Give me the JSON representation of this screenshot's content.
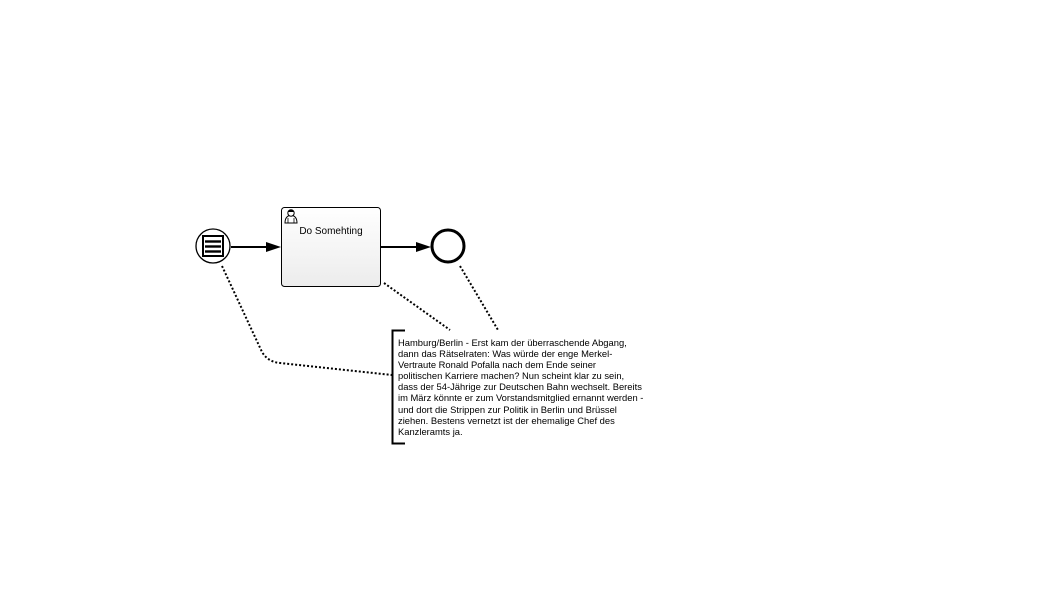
{
  "diagram": {
    "start_event": {
      "kind": "message-start-event",
      "icon": "message-list-icon"
    },
    "task": {
      "label": "Do Somehting",
      "icon": "user-task-icon"
    },
    "end_event": {
      "kind": "end-event"
    },
    "annotation": {
      "text": "Hamburg/Berlin - Erst kam der überraschende Abgang,\ndann das Rätselraten: Was würde der enge Merkel-\nVertraute Ronald Pofalla nach dem Ende seiner\npolitischen Karriere machen? Nun scheint klar zu sein,\ndass der 54-Jährige zur Deutschen Bahn wechselt. Bereits\nim März könnte er zum Vorstandsmitglied ernannt werden -\nund dort die Strippen zur Politik in Berlin und Brüssel\nziehen. Bestens vernetzt ist der ehemalige Chef des\nKanzleramts ja."
    },
    "colors": {
      "stroke": "#000000",
      "task_fill_top": "#ffffff",
      "task_fill_bottom": "#ececec"
    }
  }
}
